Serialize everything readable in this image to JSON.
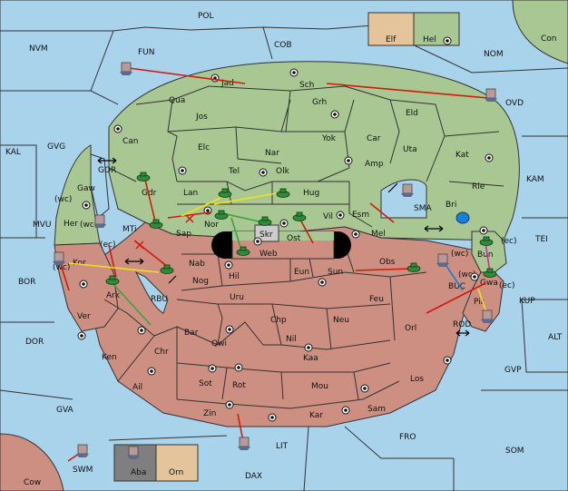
{
  "board": {
    "colors": {
      "sea": "#a9d3ea",
      "player_green": "#a9c792",
      "player_red": "#cc8f82",
      "tan": "#e4c49a",
      "grey": "#7f7f7f"
    },
    "sea_labels": {
      "pol": "POL",
      "nvm": "NVM",
      "fun": "FUN",
      "cob": "COB",
      "nom": "NOM",
      "con": "Con",
      "ovd": "OVD",
      "kal": "KAL",
      "gvg": "GVG",
      "gor": "GOR",
      "kam": "KAM",
      "mvu": "MVU",
      "tei": "TEI",
      "bor": "BOR",
      "kup": "KUP",
      "alt": "ALT",
      "dor": "DOR",
      "gvp": "GVP",
      "rbu": "RBU",
      "sma": "SMA",
      "buc": "BUC",
      "rod": "ROD",
      "gva": "GVA",
      "fro": "FRO",
      "som": "SOM",
      "lit": "LIT",
      "swm": "SWM",
      "dax": "DAX",
      "cow": "Cow",
      "elf": "Elf",
      "hel": "Hel",
      "aba": "Aba",
      "orn": "Orn"
    },
    "green_labels": {
      "jad": "Jad",
      "sch": "Sch",
      "qua": "Qua",
      "jos": "Jos",
      "grh": "Grh",
      "eld": "Eld",
      "can": "Can",
      "elc": "Elc",
      "nar": "Nar",
      "yok": "Yok",
      "car": "Car",
      "uta": "Uta",
      "kat": "Kat",
      "tel": "Tel",
      "olk": "Olk",
      "amp": "Amp",
      "rie": "Rie",
      "gaw": "Gaw",
      "gdr": "Gdr",
      "lan": "Lan",
      "hug": "Hug",
      "her": "Her",
      "bri": "Bri",
      "esm": "Esm",
      "vil": "Vil",
      "sap": "Sap",
      "nor": "Nor",
      "skr": "Skr",
      "ost": "Ost",
      "mel": "Mel",
      "bun": "Bun",
      "web": "Web",
      "mti": "MTi"
    },
    "red_labels": {
      "kor": "Kor",
      "nab": "Nab",
      "eun": "Eun",
      "sun": "Sun",
      "obs": "Obs",
      "hil": "Hil",
      "nog": "Nog",
      "ark": "Ark",
      "uru": "Uru",
      "feu": "Feu",
      "gwa": "Gwa",
      "pir": "Pir",
      "ver": "Ver",
      "chp": "Chp",
      "neu": "Neu",
      "orl": "Orl",
      "bar": "Bar",
      "qwi": "Qwi",
      "nil": "Nil",
      "ken": "Ken",
      "chr": "Chr",
      "kaa": "Kaa",
      "ail": "Ail",
      "sot": "Sot",
      "rot": "Rot",
      "mou": "Mou",
      "los": "Los",
      "zin": "Zin",
      "kar": "Kar",
      "sam": "Sam"
    },
    "coast_tags": {
      "wc1": "(wc)",
      "ec1": "(ec)",
      "wc2": "(wc)",
      "ec2": "(ec)",
      "wc3": "(wc)",
      "wc4": "(wc)",
      "ec3": "(ec)",
      "wc5": "(wc)"
    },
    "icons": [
      "army-icon",
      "fleet-icon",
      "supply-center-icon",
      "swap-arrow-icon",
      "support-order-icon"
    ]
  }
}
